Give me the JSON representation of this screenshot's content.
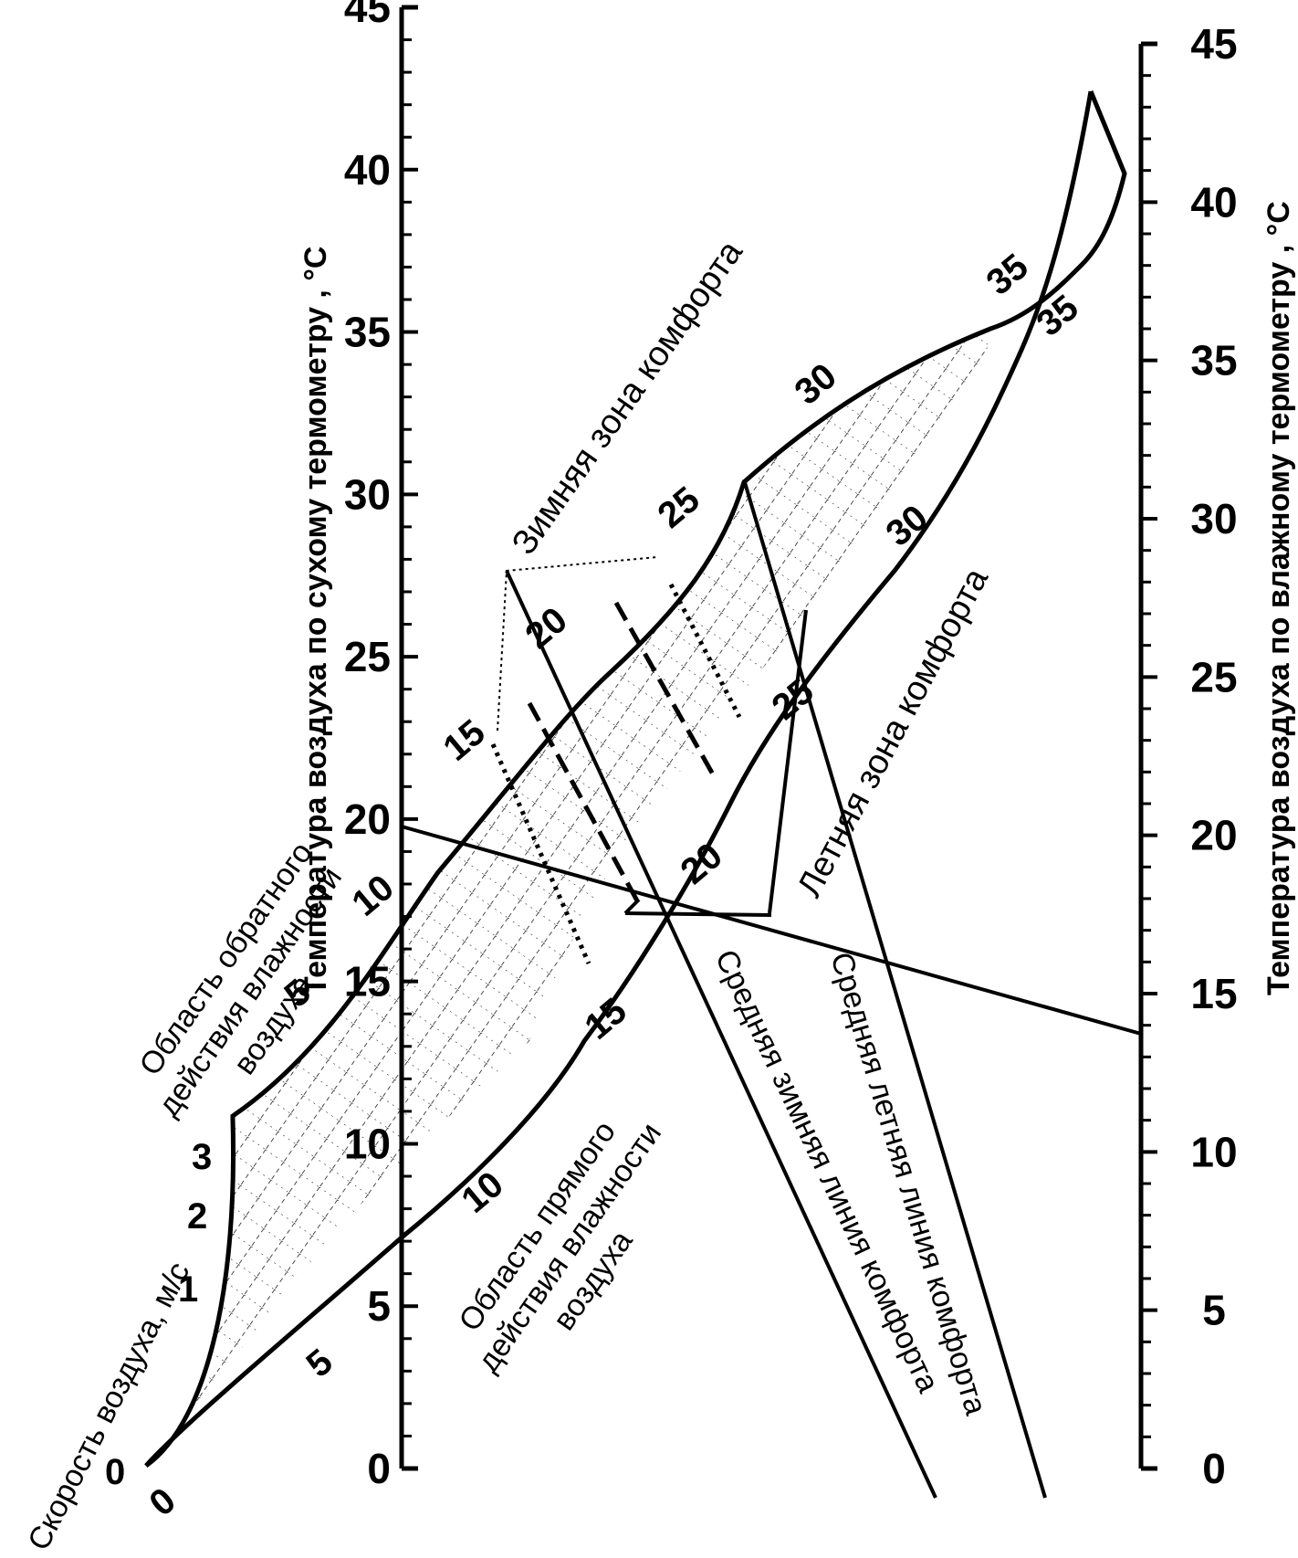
{
  "axes": {
    "left_title": "Температура воздуха по сухому термометру , °С",
    "right_title": "Температура воздуха по влажному термометру , °С",
    "left_ticks": [
      "0",
      "5",
      "10",
      "15",
      "20",
      "25",
      "30",
      "35",
      "40",
      "45"
    ],
    "right_ticks": [
      "0",
      "5",
      "10",
      "15",
      "20",
      "25",
      "30",
      "35",
      "40",
      "45"
    ],
    "speed_title": "Скорость воздуха, м/с",
    "speed_ticks": [
      "0",
      "1",
      "2",
      "3"
    ]
  },
  "curve_labels": {
    "upper": [
      "0",
      "5",
      "10",
      "15",
      "20",
      "25",
      "30",
      "35"
    ],
    "lower": [
      "5",
      "10",
      "15",
      "20",
      "25",
      "30",
      "35"
    ]
  },
  "regions": {
    "reverse_line1": "Область обратного",
    "reverse_line2": "действия влажности",
    "reverse_line3": "воздуха",
    "direct_line1": "Область прямого",
    "direct_line2": "действия влажности",
    "direct_line3": "воздуха"
  },
  "zones": {
    "winter": "Зимняя зона комфорта",
    "summer": "Летняя зона комфорта"
  },
  "lines": {
    "winter_mean": "Средняя зимняя линия комфорта",
    "summer_mean": "Средняя летняя линия комфорта"
  }
}
